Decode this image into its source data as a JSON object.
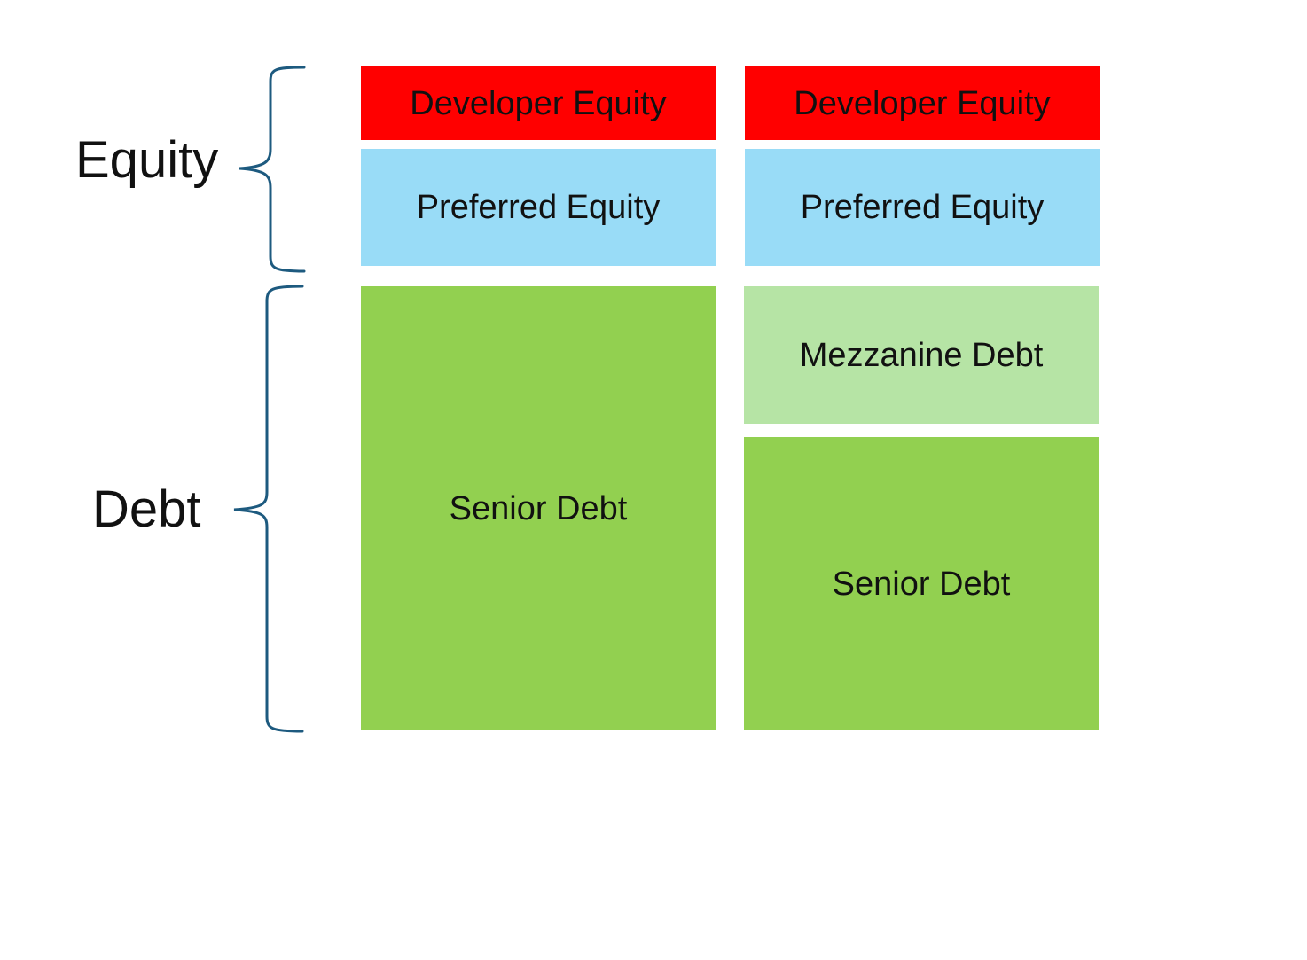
{
  "labels": {
    "equity": "Equity",
    "debt": "Debt"
  },
  "colors": {
    "developer_equity": "#ff0000",
    "preferred_equity": "#99dcf7",
    "senior_debt": "#92d050",
    "mezzanine_debt": "#b6e4a5",
    "brace": "#1d5a7f"
  },
  "left_stack": {
    "developer_equity": "Developer Equity",
    "preferred_equity": "Preferred Equity",
    "senior_debt": "Senior Debt"
  },
  "right_stack": {
    "developer_equity": "Developer Equity",
    "preferred_equity": "Preferred Equity",
    "mezzanine_debt": "Mezzanine Debt",
    "senior_debt": "Senior Debt"
  }
}
